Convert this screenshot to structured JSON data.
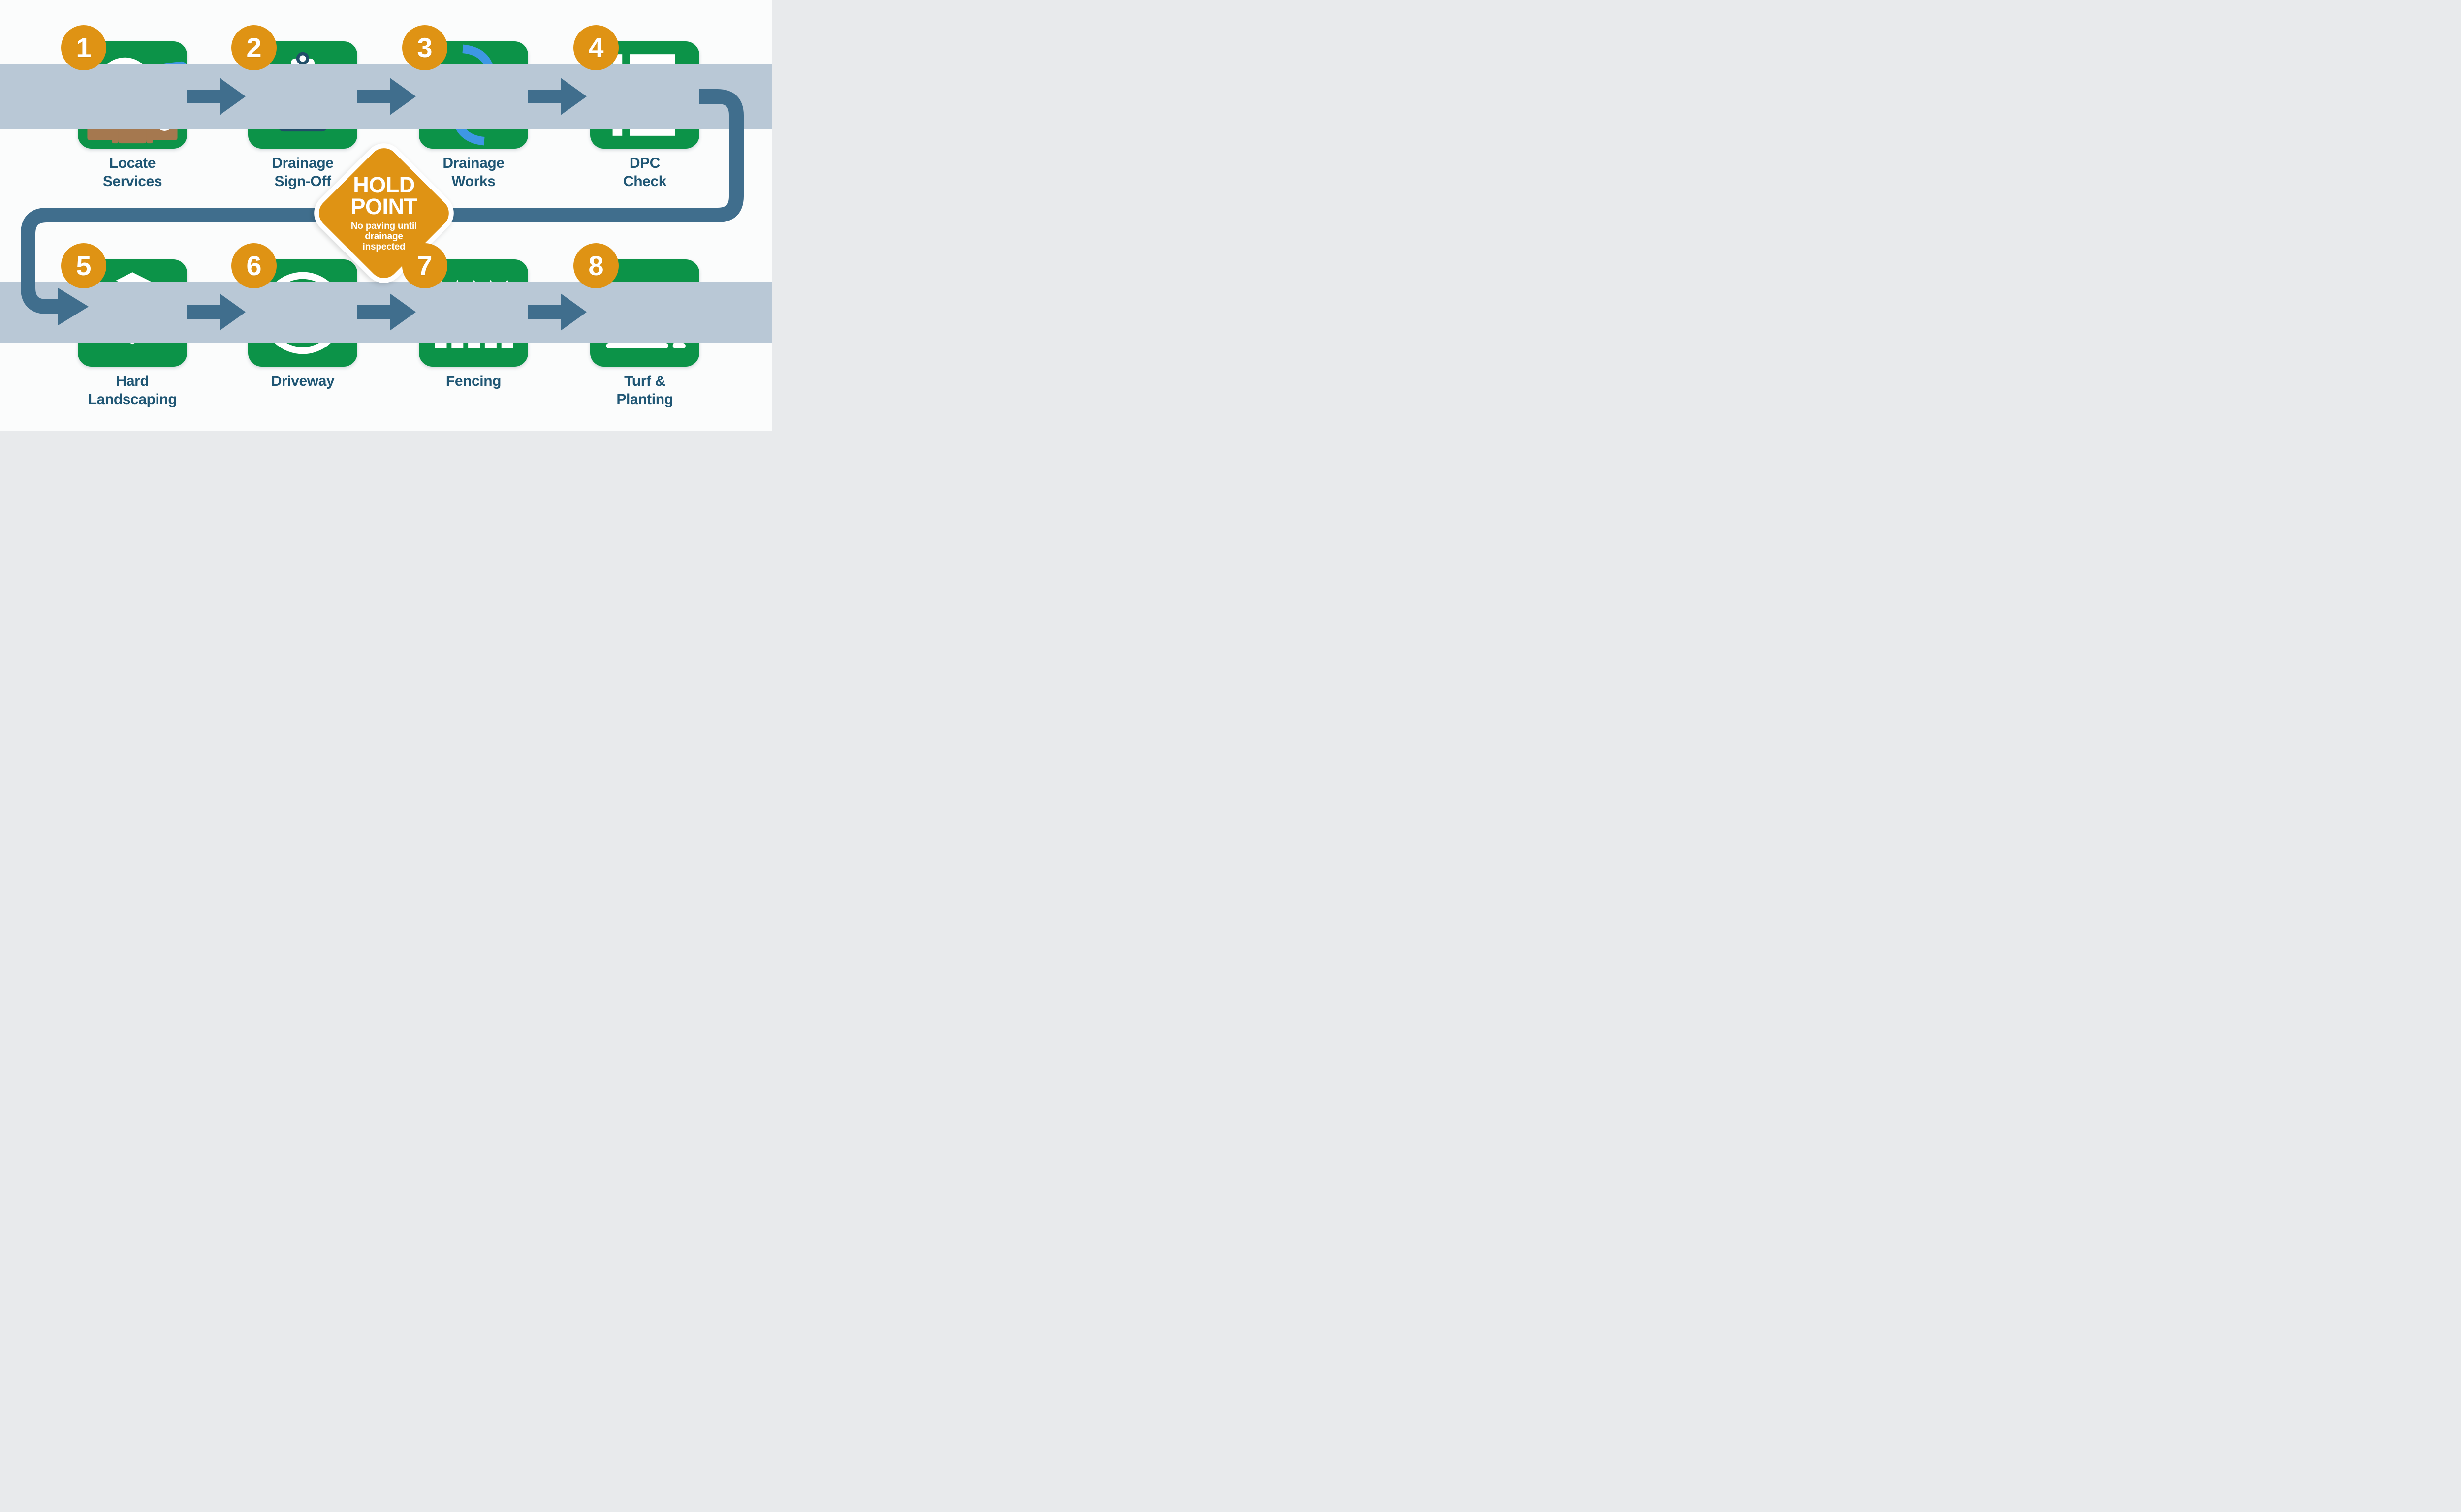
{
  "colors": {
    "tile_green": "#0c9348",
    "accent_orange": "#df9314",
    "arrow_slate": "#406e8d",
    "band_gray_blue": "#b9c8d6",
    "label_navy": "#1f5674",
    "icon_blue": "#3e97e4",
    "icon_brown": "#a5784f",
    "icon_navy": "#204e68",
    "icon_white": "#ffffff"
  },
  "steps": [
    {
      "number": "1",
      "label": "Locate\nServices",
      "icon": "magnifier-pipes-icon"
    },
    {
      "number": "2",
      "label": "Drainage\nSign-Off",
      "icon": "clipboard-check-icon"
    },
    {
      "number": "3",
      "label": "Drainage\nWorks",
      "icon": "s-pipe-flow-icon"
    },
    {
      "number": "4",
      "label": "DPC\nCheck",
      "icon": "wall-dpc-icon"
    },
    {
      "number": "5",
      "label": "Hard\nLandscaping",
      "icon": "paver-stack-icon"
    },
    {
      "number": "6",
      "label": "Driveway",
      "icon": "aggregate-circle-icon"
    },
    {
      "number": "7",
      "label": "Fencing",
      "icon": "picket-fence-icon"
    },
    {
      "number": "8",
      "label": "Turf &\nPlanting",
      "icon": "grass-flower-icon"
    }
  ],
  "hold_point": {
    "title": "HOLD\nPOINT",
    "subtitle": "No paving until\ndrainage\ninspected"
  }
}
